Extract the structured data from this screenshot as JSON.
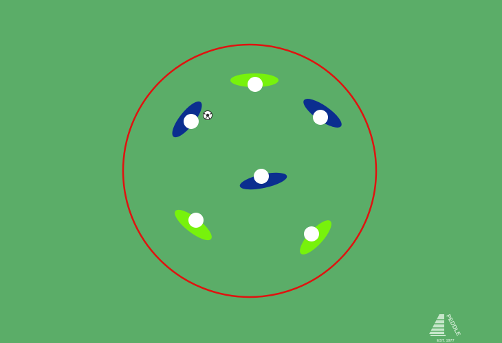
{
  "pitch": {
    "background_color": "#5bad68",
    "boundary_color": "#e0120f"
  },
  "colors": {
    "team_a": "#77f20c",
    "team_b": "#0b2e8f",
    "player_head": "#ffffff"
  },
  "players": [
    {
      "id": "player-top",
      "team": "team_a"
    },
    {
      "id": "player-top-left",
      "team": "team_b"
    },
    {
      "id": "player-top-right",
      "team": "team_b"
    },
    {
      "id": "player-center",
      "team": "team_b"
    },
    {
      "id": "player-bottom-left",
      "team": "team_a"
    },
    {
      "id": "player-bottom-right",
      "team": "team_a"
    }
  ],
  "ball": {
    "icon": "soccer-ball-icon"
  },
  "logo": {
    "icon": "peddle-logo-icon",
    "wordmark": "PEDDLE",
    "established": "EST. 1977"
  }
}
